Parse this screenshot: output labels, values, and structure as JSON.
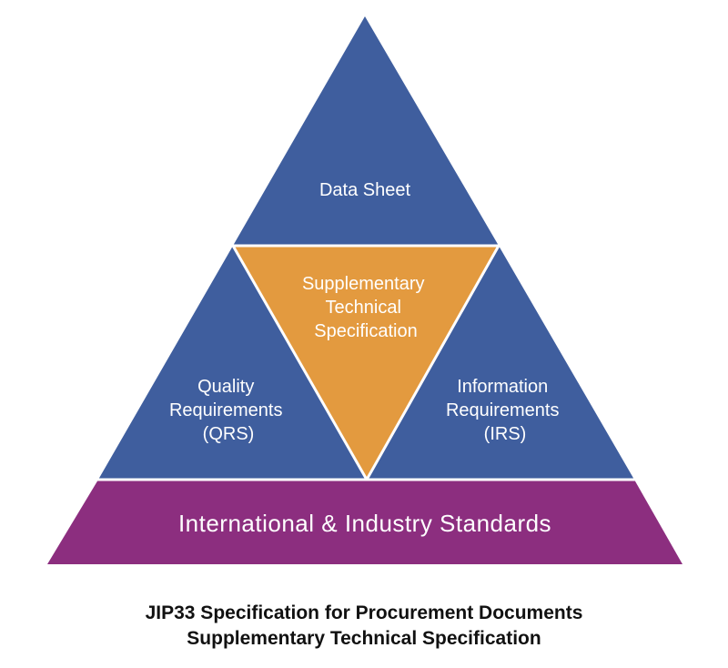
{
  "colors": {
    "blue": "#3F5E9E",
    "orange": "#E39A3F",
    "purple": "#8C2E7F",
    "text_light": "#ffffff",
    "caption_text": "#111111"
  },
  "diagram": {
    "top_section": {
      "label_lines": [
        "Data Sheet"
      ]
    },
    "center_section": {
      "label_lines": [
        "Supplementary",
        "Technical",
        "Specification"
      ]
    },
    "left_section": {
      "label_lines": [
        "Quality",
        "Requirements",
        "(QRS)"
      ]
    },
    "right_section": {
      "label_lines": [
        "Information",
        "Requirements",
        "(IRS)"
      ]
    },
    "base_band": {
      "label": "International & Industry Standards"
    }
  },
  "caption": {
    "line1": "JIP33 Specification for Procurement Documents",
    "line2": "Supplementary Technical Specification"
  }
}
